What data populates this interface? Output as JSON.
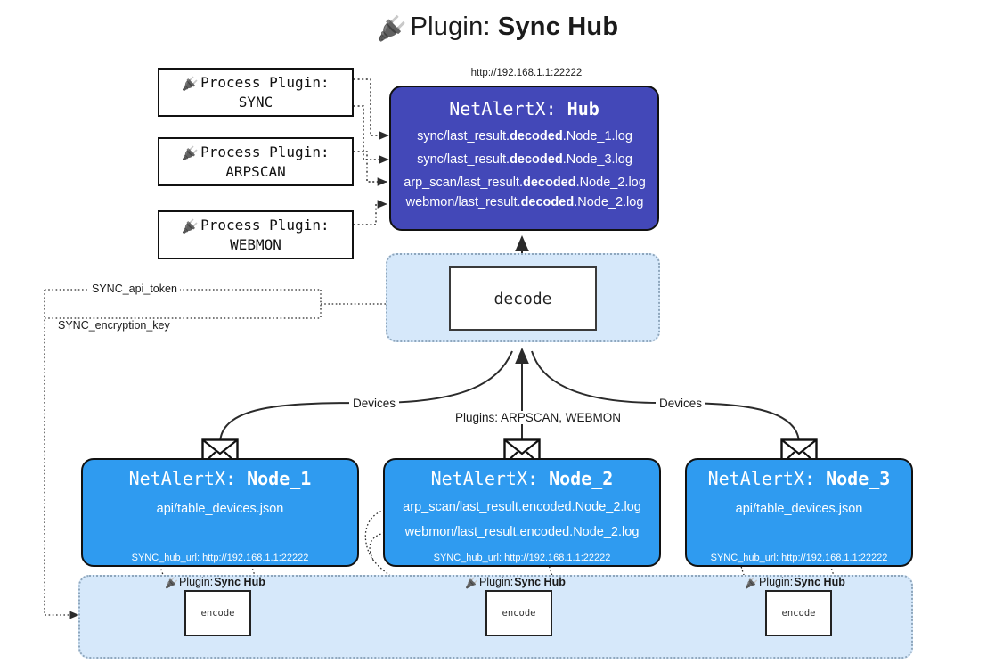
{
  "title": {
    "icon": "plug-icon",
    "prefix": "Plugin: ",
    "name": "Sync Hub"
  },
  "hub": {
    "url": "http://192.168.1.1:22222",
    "title_prefix": "NetAlertX: ",
    "title_name": "Hub",
    "lines": [
      {
        "pre": "sync/last_result.",
        "bold": "decoded",
        "post": ".Node_1.log"
      },
      {
        "pre": "sync/last_result.",
        "bold": "decoded",
        "post": ".Node_3.log"
      },
      {
        "pre": "arp_scan/last_result.",
        "bold": "decoded",
        "post": ".Node_2.log"
      },
      {
        "pre": "webmon/last_result.",
        "bold": "decoded",
        "post": ".Node_2.log"
      }
    ]
  },
  "process_plugins": [
    {
      "icon": "plug-icon",
      "line1": "Process Plugin:",
      "line2": "SYNC"
    },
    {
      "icon": "plug-icon",
      "line1": "Process Plugin:",
      "line2": "ARPSCAN"
    },
    {
      "icon": "plug-icon",
      "line1": "Process Plugin:",
      "line2": "WEBMON"
    }
  ],
  "decode": {
    "label": "decode"
  },
  "secrets": [
    {
      "label": "SYNC_api_token"
    },
    {
      "label": "SYNC_encryption_key"
    }
  ],
  "edges": {
    "devices_left": "Devices",
    "devices_right": "Devices",
    "plugins_center": "Plugins: ARPSCAN, WEBMON"
  },
  "nodes": [
    {
      "icon": "envelope-icon",
      "title_prefix": "NetAlertX: ",
      "title_name": "Node_1",
      "lines": [
        {
          "pre": "api/table_devices.json",
          "bold": "",
          "post": ""
        }
      ],
      "url_label": "SYNC_hub_url: http://192.168.1.1:22222"
    },
    {
      "icon": "envelope-icon",
      "title_prefix": "NetAlertX: ",
      "title_name": "Node_2",
      "lines": [
        {
          "pre": "arp_scan/last_result.encoded.Node_2.log",
          "bold": "",
          "post": ""
        },
        {
          "pre": "webmon/last_result.encoded.Node_2.log",
          "bold": "",
          "post": ""
        }
      ],
      "url_label": "SYNC_hub_url: http://192.168.1.1:22222"
    },
    {
      "icon": "envelope-icon",
      "title_prefix": "NetAlertX: ",
      "title_name": "Node_3",
      "lines": [
        {
          "pre": "api/table_devices.json",
          "bold": "",
          "post": ""
        }
      ],
      "url_label": "SYNC_hub_url: http://192.168.1.1:22222"
    }
  ],
  "encoders": [
    {
      "icon": "plug-icon",
      "label_prefix": "Plugin: ",
      "label_name": "Sync Hub",
      "box_label": "encode"
    },
    {
      "icon": "plug-icon",
      "label_prefix": "Plugin: ",
      "label_name": "Sync Hub",
      "box_label": "encode"
    },
    {
      "icon": "plug-icon",
      "label_prefix": "Plugin: ",
      "label_name": "Sync Hub",
      "box_label": "encode"
    }
  ],
  "colors": {
    "hub_fill": "#4348b8",
    "node_fill": "#2f9bf0",
    "container_fill": "#d6e8fa",
    "container_border": "#8fa7bd",
    "stroke": "#111111",
    "background": "#ffffff"
  }
}
